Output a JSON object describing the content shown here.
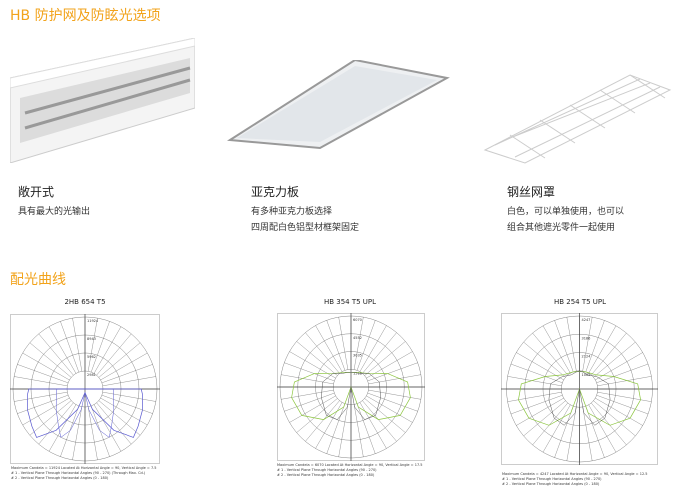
{
  "heading": "HB 防护网及防眩光选项",
  "products": [
    {
      "name": "敞开式",
      "desc": [
        "具有最大的光输出"
      ]
    },
    {
      "name": "亚克力板",
      "desc": [
        "有多种亚克力板选择",
        "四周配白色铝型材框架固定"
      ]
    },
    {
      "name": "钢丝网罩",
      "desc": [
        "白色，可以单独使用，也可以",
        "组合其他遮光零件一起使用"
      ]
    }
  ],
  "section2": "配光曲线",
  "chart_data": [
    {
      "type": "polar",
      "title": "2HB 654 T5",
      "rings": [
        "11924",
        "8943",
        "5962",
        "2981"
      ],
      "color": "#5a5ad0",
      "curve": [
        [
          0,
          0.05
        ],
        [
          20,
          0.3
        ],
        [
          35,
          0.7
        ],
        [
          45,
          0.95
        ],
        [
          55,
          0.9
        ],
        [
          70,
          0.85
        ],
        [
          85,
          0.8
        ],
        [
          90,
          0.78
        ]
      ],
      "caption": [
        "Maximum Candela = 11924  Located At Horizontal Angle = 90, Vertical Angle = 7.5",
        "# 1 - Vertical Plane Through Horizontal Angles (90 - 270) (Through Max. Cd.)",
        "# 2 - Vertical Plane Through Horizontal Angles (0 - 180)"
      ]
    },
    {
      "type": "polar",
      "title": "HB 354 T5 UPL",
      "rings": [
        "6070",
        "4552",
        "3035",
        "1518"
      ],
      "color": "#8cc63f",
      "curve": [
        [
          0,
          0.0
        ],
        [
          20,
          0.3
        ],
        [
          40,
          0.6
        ],
        [
          60,
          0.8
        ],
        [
          80,
          0.85
        ],
        [
          95,
          0.8
        ],
        [
          110,
          0.55
        ],
        [
          130,
          0.3
        ],
        [
          160,
          0.22
        ],
        [
          180,
          0.2
        ]
      ],
      "caption": [
        "Maximum Candela = 6070  Located At Horizontal Angle = 90, Vertical Angle = 17.5",
        "# 1 - Vertical Plane Through Horizontal Angles (90 - 270)",
        "# 2 - Vertical Plane Through Horizontal Angles (0 - 180)"
      ]
    },
    {
      "type": "polar",
      "title": "HB 254 T5 UPL",
      "rings": [
        "4247",
        "3186",
        "2124",
        "1062"
      ],
      "color": "#8cc63f",
      "curve": [
        [
          0,
          0.0
        ],
        [
          20,
          0.35
        ],
        [
          40,
          0.65
        ],
        [
          60,
          0.8
        ],
        [
          80,
          0.85
        ],
        [
          95,
          0.8
        ],
        [
          110,
          0.5
        ],
        [
          130,
          0.3
        ],
        [
          160,
          0.25
        ],
        [
          180,
          0.24
        ]
      ],
      "caption": [
        "Maximum Candela = 4247  Located At Horizontal Angle = 90, Vertical Angle = 12.5",
        "# 1 - Vertical Plane Through Horizontal Angles (90 - 270)",
        "# 2 - Vertical Plane Through Horizontal Angles (0 - 180)"
      ]
    }
  ]
}
